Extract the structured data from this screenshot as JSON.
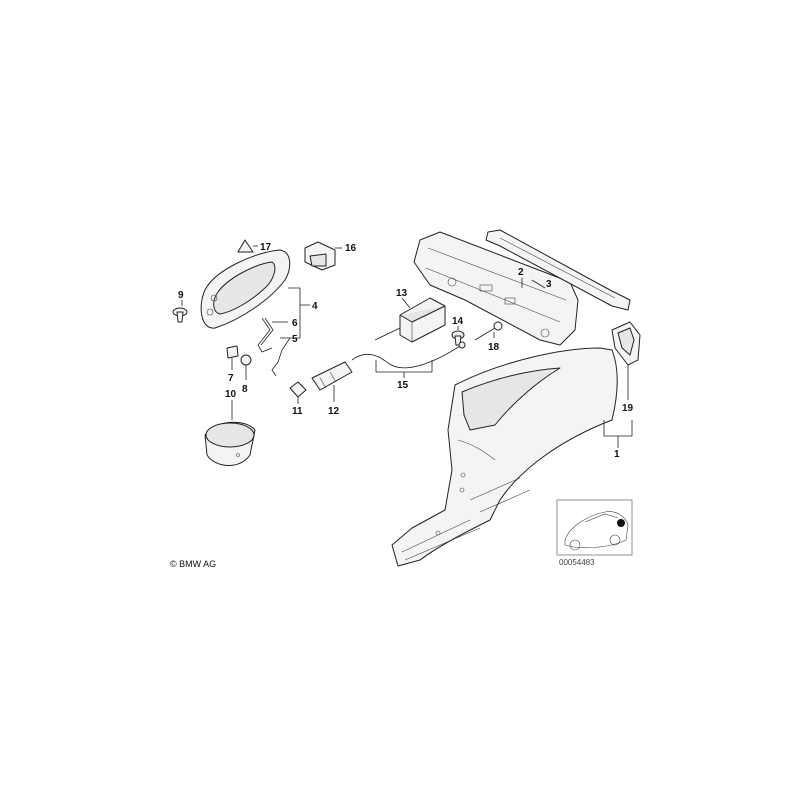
{
  "callouts": [
    "1",
    "2",
    "3",
    "4",
    "5",
    "6",
    "7",
    "8",
    "9",
    "10",
    "11",
    "12",
    "13",
    "14",
    "15",
    "16",
    "17",
    "18",
    "19"
  ],
  "copyright": "© BMW AG",
  "thumbnail": {
    "ref_number": "00054483"
  }
}
